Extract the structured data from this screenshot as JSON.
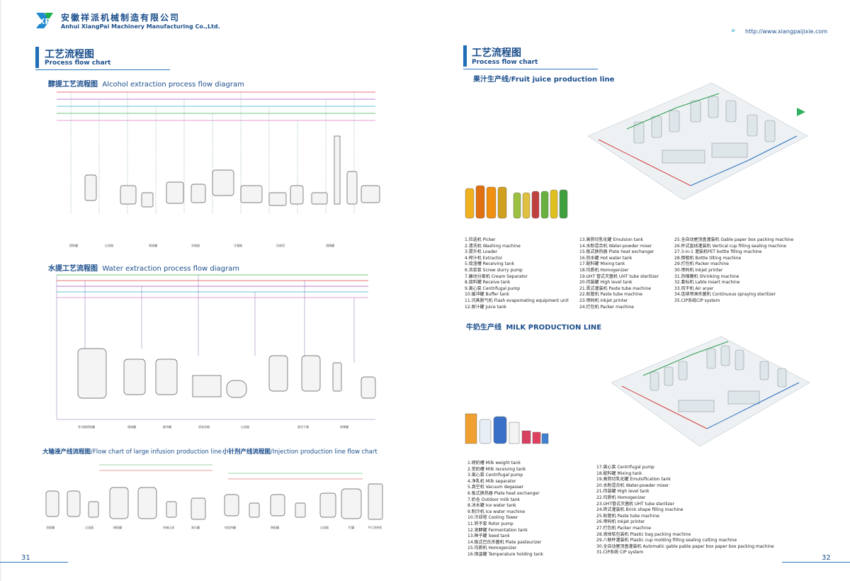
{
  "company": {
    "name_cn": "安徽祥派机械制造有限公司",
    "name_en": "Anhui XiangPai Machinery Manufacturing Co.,Ltd.",
    "url": "http://www.xiangpaijixie.com",
    "logo_text": "XP"
  },
  "left_page": {
    "section_cn": "工艺流程图",
    "section_en": "Process flow chart",
    "alcohol": {
      "cn": "醇提工艺流程图",
      "en": "Alcohol extraction process flow diagram"
    },
    "water": {
      "cn": "水提工艺流程图",
      "en": "Water extraction process flow diagram"
    },
    "infusion": {
      "cn": "大输液产线流程图",
      "en": "/Flow chart of large infusion production line"
    },
    "injection": {
      "cn": "小针剂产线流程图",
      "en": "/Injection production line flow chart"
    },
    "page_number": "31"
  },
  "right_page": {
    "section_cn": "工艺流程图",
    "section_en": "Process flow chart",
    "juice_title_cn": "果汁生产线",
    "juice_title_en": "/Fruit juice production line",
    "milk_title_cn": "牛奶生产线",
    "milk_title_en": "MILK PRODUCTION LINE",
    "page_number": "32",
    "juice_legend": [
      [
        "1.捡选机 Picker",
        "2.清洗机 Washing machine",
        "3.提升机 Loader",
        "4.榨汁机 Extractor",
        "5.接渣槽 Receiving tank",
        "6.浓浆泵 Screw slurry pump",
        "7.離动分离机 Cream Separator",
        "8.接料罐 Receive tank",
        "9.离心泵 Centrifugal pump",
        "10.缓冲罐 Buffer tank",
        "11.闪蒸脱气机 Flash evaporoating equipment unit",
        "12.原汁罐 Juice tank"
      ],
      [
        "13.高剪切乳化罐 Emulsion tank",
        "14.水粉混合机 Water-powder mixer",
        "15.板式换热器 Plate heat exchanger",
        "16.热水罐 Hot water tank",
        "17.配料罐 Mixing tank",
        "18.均质机 Homogenizer",
        "19.UHT 管式灭菌机 UHT tube sterilizer",
        "20.待装罐 High level tank",
        "21.膏式灌装机 Paste tube machine",
        "22.贴管机 Paste tube machine",
        "23.喷码机 Inkjet printer",
        "24.打包机 Packer machine"
      ],
      [
        "25.全自动屋顶盒灌装机 Gable paper box packing machine",
        "26.杯式直线灌装机 Vertical cup filling sealing machine",
        "27.3-in-1 灌装机PET bottle filling machine",
        "28.倒瓶机 Bottle tilting machine",
        "29.打包机 Packer machine",
        "30.喷码机 Inkjet printer",
        "31.热缩膜机 Shrinking machine",
        "32.套标机 Lable Insert machine",
        "33.风干机 Air aryer",
        "34.连续喷淋杀菌机 Continuous spraying sterilizer",
        "35.CIP系统CIP system"
      ]
    ],
    "milk_legend": [
      [
        "1.磅奶槽 Milk weight tank",
        "2.受奶槽 Milk receiving tank",
        "3.离心泵 Centrifugal pump",
        "4.净乳机 Milk separator",
        "5.真空机 Vacuum degasser",
        "6.板式换热器 Plate heat exchanger",
        "7.奶仓 Outdoor milk tank",
        "8.冰水罐 Ice water tank",
        "9.制冷机 Ice water machine",
        "10.冷却塔 Cooling Tower",
        "11.转子泵 Rotor pump",
        "12.发酵罐 Fermentation tank",
        "13.种子罐 Seed tank",
        "14.板式巴氏杀菌机 Plate pasteurizer",
        "15.均质机 Homogenizer",
        "16.保温罐 Temperature holding tank"
      ],
      [
        "17.离心泵 Centrifugal pump",
        "18.配料罐 Mixing tank",
        "19.高剪切乳化罐 Emulsification tank",
        "20.水粉混合机 Water-powder mixer",
        "21.待装罐 High level tank",
        "22.均质机 Homogenizer",
        "23.UHT管式灭菌机 UHT tube sterilizer",
        "24.砖式灌装机 Brick shape filling machine",
        "25.贴管机 Paste tube machine",
        "26.喷码机 Inkjet printer",
        "27.打包机 Packer machine",
        "28.液体软包装机 Plastic bag packing machine",
        "29.八联杯灌装机 Plastic cup molding filling sealing cutting machine",
        "30.全自动屋顶盒灌装机 Automatic gable pable paper box paper box packing machine",
        "31.CIP系统 CIP system"
      ]
    ]
  },
  "colors": {
    "brand": "#1b4e8c",
    "accent": "#1f6eb6",
    "pipe_red": "#e04040",
    "pipe_purple": "#a050c0",
    "pipe_green": "#40b050",
    "pipe_cyan": "#30b0c8"
  }
}
